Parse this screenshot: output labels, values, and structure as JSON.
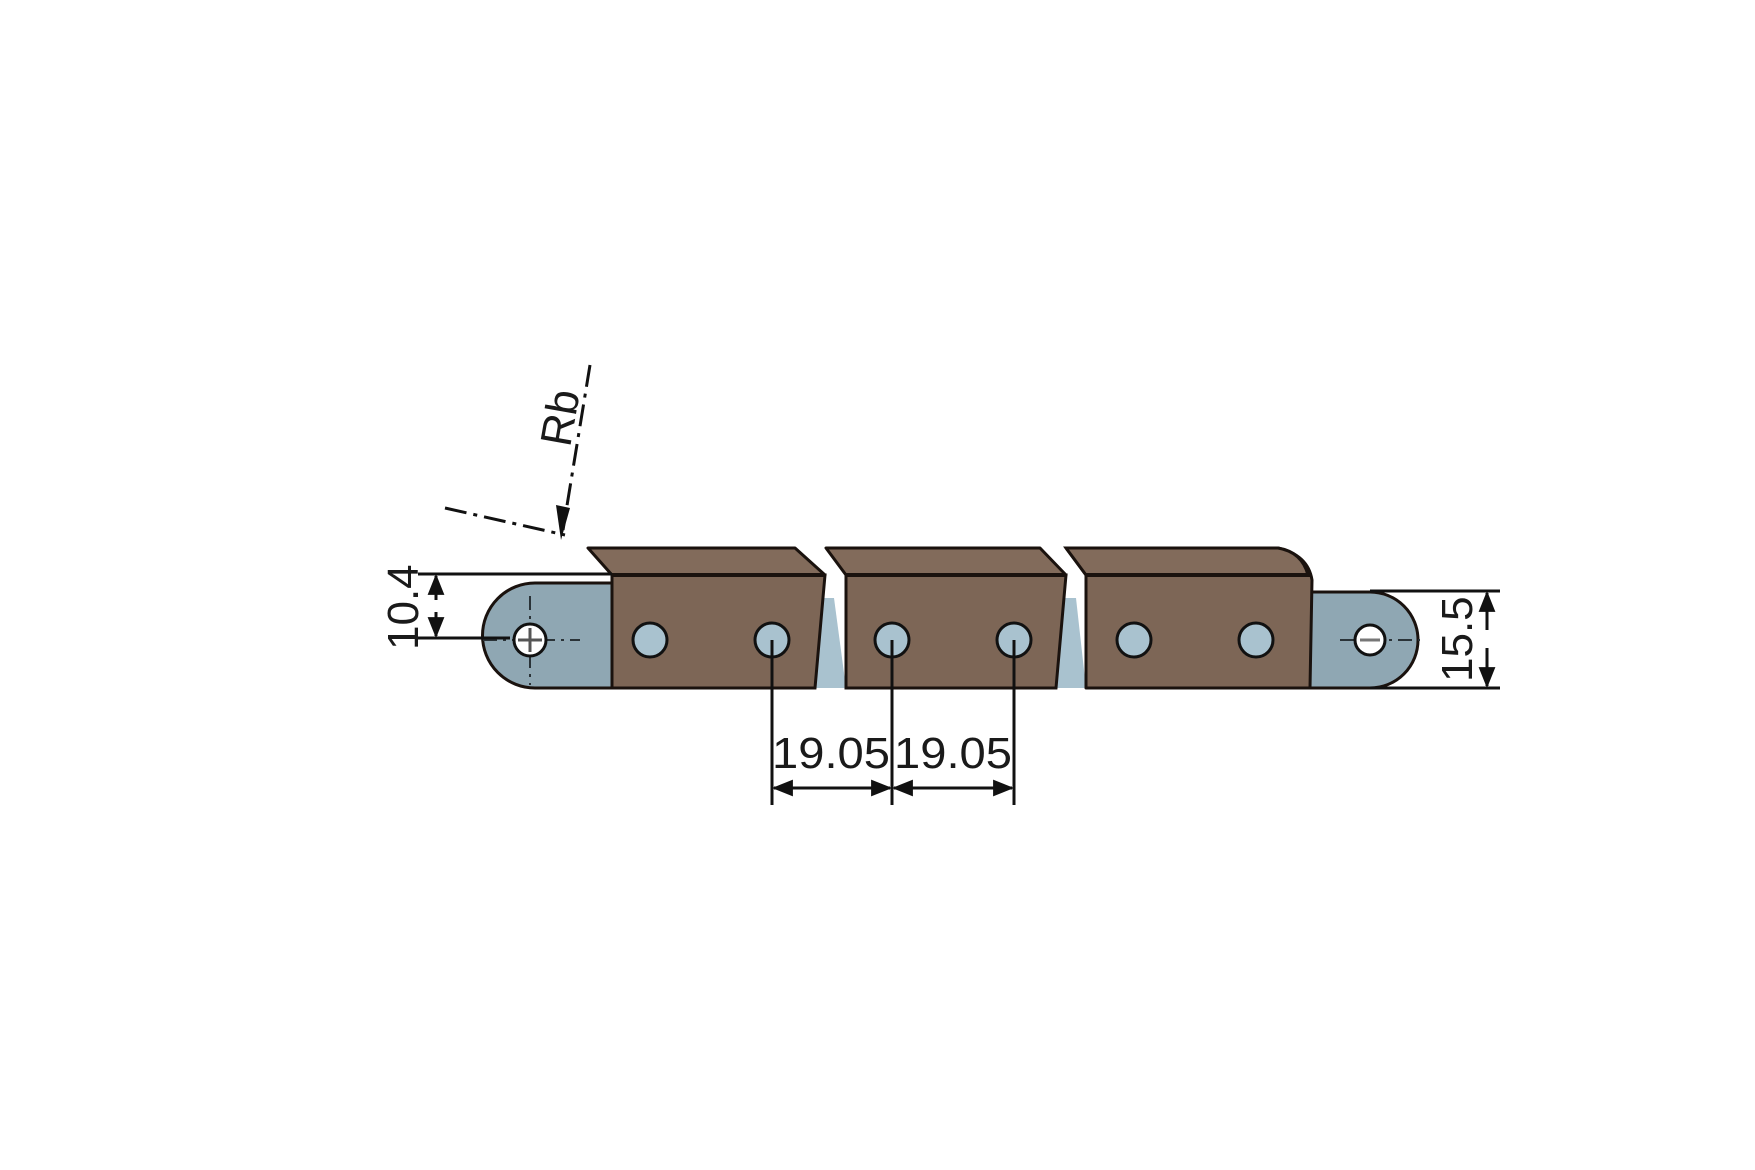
{
  "drawing": {
    "title": "Chain link side view with dimensions",
    "colors": {
      "plate_fill": "#7d6656",
      "plate_top_fill": "#826b5b",
      "link_fill": "#8fa7b3",
      "pin_fill": "#a9c2cf",
      "outline": "#1a120e",
      "background": "#ffffff"
    },
    "dimensions": {
      "radius_label": "Rb",
      "height_pin_center": "10.4",
      "overall_height": "15.5",
      "pitch_1": "19.05",
      "pitch_2": "19.05"
    },
    "plates_count": 3,
    "pins_count": 6
  }
}
